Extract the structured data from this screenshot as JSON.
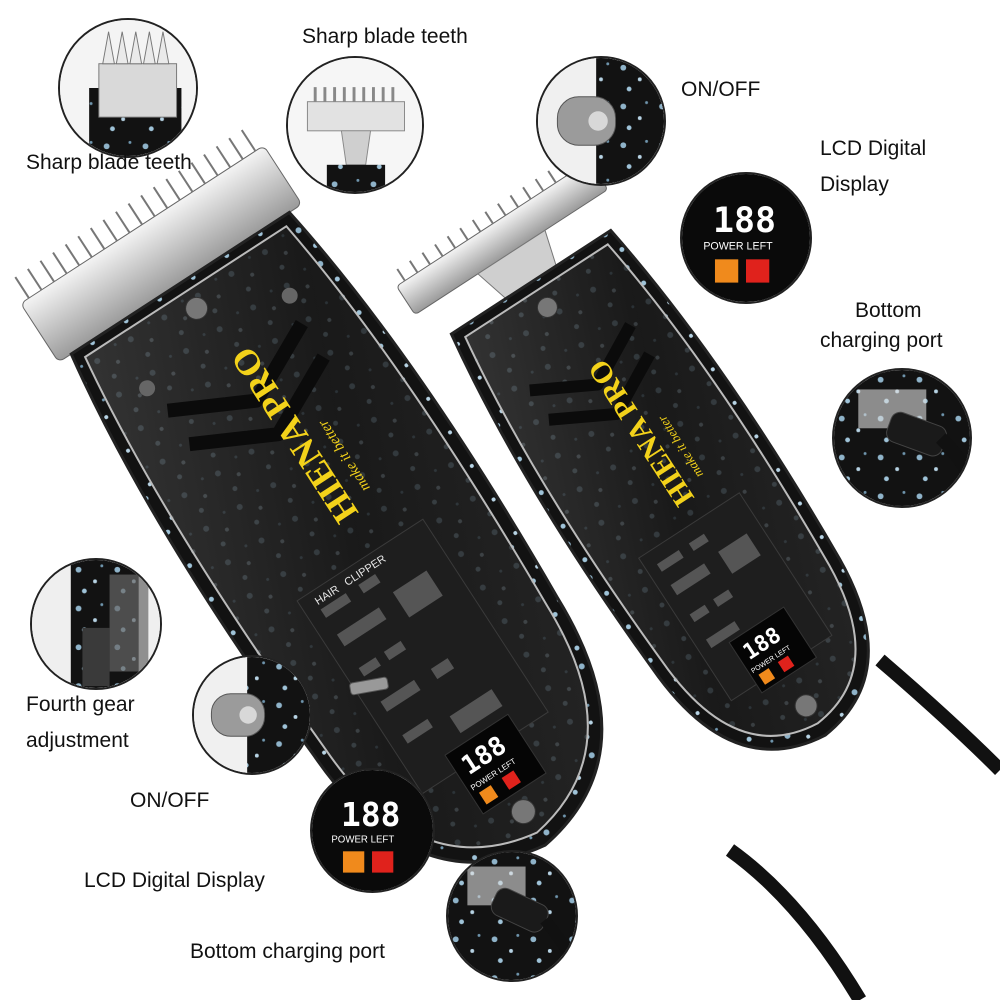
{
  "labels": {
    "blade_teeth_left": "Sharp blade teeth",
    "blade_teeth_top": "Sharp blade teeth",
    "on_off_top": "ON/OFF",
    "lcd_top_line1": "LCD Digital",
    "lcd_top_line2": "Display",
    "charging_top_line1": "Bottom",
    "charging_top_line2": "charging port",
    "gear_line1": "Fourth gear",
    "gear_line2": "adjustment",
    "on_off_bottom": "ON/OFF",
    "lcd_bottom": "LCD Digital Display",
    "charging_bottom": "Bottom charging port"
  },
  "product": {
    "brand": "HIENA PRO",
    "tagline": "make it better",
    "pcb_label_1": "HAIR",
    "pcb_label_2": "CLIPPER"
  },
  "display": {
    "digits": "188",
    "caption": "POWER LEFT"
  },
  "colors": {
    "accent_yellow": "#f3d21a",
    "battery_orange": "#f08a1c",
    "plug_red": "#e0221c",
    "body_black": "#141414"
  }
}
